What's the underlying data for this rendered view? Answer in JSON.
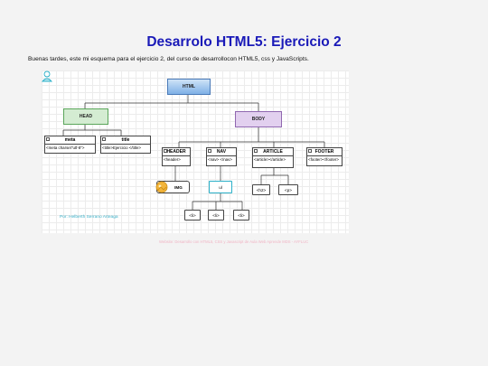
{
  "page": {
    "title": "Desarrolo HTML5: Ejercicio 2",
    "intro": "Buenas tardes, este mi esquema para el ejercicio 2, del curso de desarrollocon HTML5, css y JavaScripts.",
    "footer": "Website: Desarrollo con HTML5, CSS y Javascript de Aula Web Aprende MDS - AYFLUC"
  },
  "diagram": {
    "root": "HTML",
    "head": "HEAD",
    "body": "BODY",
    "meta": {
      "title": "meta",
      "content": "<meta charset\"utf-8\">"
    },
    "titlecard": {
      "title": "title",
      "content": "<title>Ejercicio </title>"
    },
    "header": {
      "title": "HEADER",
      "content": "<header>"
    },
    "nav": {
      "title": "NAV",
      "content": "<nav> </nav>"
    },
    "article": {
      "title": "ARTICLE",
      "content": "<article></article>"
    },
    "footer": {
      "title": "FOOTER",
      "content": "<footer></footer>"
    },
    "img": "IMG",
    "ul": "ul",
    "li": [
      "<li>",
      "<li>",
      "<li>"
    ],
    "h2": "<h2>",
    "p": "<p>",
    "author": "Por: Helberth Serrano Arteaga"
  },
  "colors": {
    "title": "#1a1ab8",
    "html_box": "#7fb0e6",
    "head_box": "#d4ecd2",
    "body_box": "#e2d0ef",
    "ul_border": "#2ab0c8",
    "author": "#3ab0c8"
  }
}
